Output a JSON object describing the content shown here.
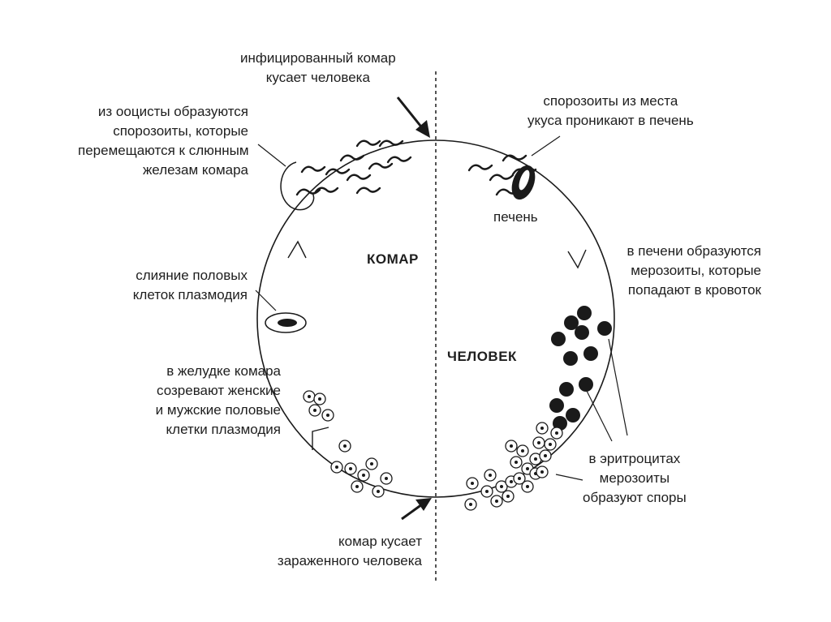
{
  "colors": {
    "line": "#1a1a1a",
    "background": "#ffffff"
  },
  "labels": {
    "top_bite": [
      "инфицированный комар",
      "кусает человека"
    ],
    "oocyst": [
      "из ооцисты образуются",
      "спорозоиты, которые",
      "перемещаются к слюнным",
      "железам комара"
    ],
    "sporozoites_liver": [
      "спорозоиты из места",
      "укуса проникают в печень"
    ],
    "liver": "печень",
    "fusion": [
      "слияние половых",
      "клеток плазмодия"
    ],
    "mosquito": "КОМАР",
    "human": "ЧЕЛОВЕК",
    "merozoites": [
      "в печени образуются",
      "мерозоиты, которые",
      "попадают в кровоток"
    ],
    "stomach": [
      "в желудке комара",
      "созревают женские",
      "и мужские половые",
      "клетки плазмодия"
    ],
    "erythrocytes": [
      "в эритроцитах",
      "мерозоиты",
      "образуют споры"
    ],
    "bottom_bite": [
      "комар кусает",
      "зараженного человека"
    ]
  }
}
